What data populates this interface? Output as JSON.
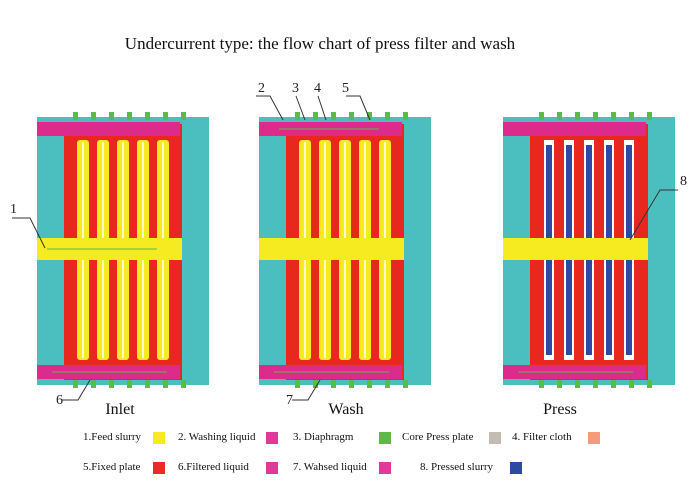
{
  "title": "Undercurrent type: the flow chart of press filter and wash",
  "panels": [
    {
      "id": "inlet",
      "label": "Inlet"
    },
    {
      "id": "wash",
      "label": "Wash"
    },
    {
      "id": "press",
      "label": "Press"
    }
  ],
  "callouts": [
    "1",
    "2",
    "3",
    "4",
    "5",
    "6",
    "7",
    "8"
  ],
  "legend": [
    {
      "label": "1.Feed slurry",
      "color": "#f6ea20"
    },
    {
      "label": "2. Washing liquid",
      "color": "#e0399a"
    },
    {
      "label": "3. Diaphragm",
      "color": "#5cba47"
    },
    {
      "label": "Core Press plate",
      "color": "#c4bcb4"
    },
    {
      "label": "4. Filter cloth",
      "color": "#f59a7a"
    },
    {
      "label": "5.Fixed plate",
      "color": "#ea2a2a"
    },
    {
      "label": "6.Filtered liquid",
      "color": "#e0399a"
    },
    {
      "label": "7. Wahsed liquid",
      "color": "#e0399a"
    },
    {
      "label": "8. Pressed slurry",
      "color": "#2b4aa0"
    }
  ],
  "colors": {
    "teal": "#4bbfbf",
    "magenta": "#dd2b8c",
    "red": "#e8281e",
    "yellow": "#f6ea20",
    "blue": "#2b4aa0",
    "green": "#5cba47"
  }
}
